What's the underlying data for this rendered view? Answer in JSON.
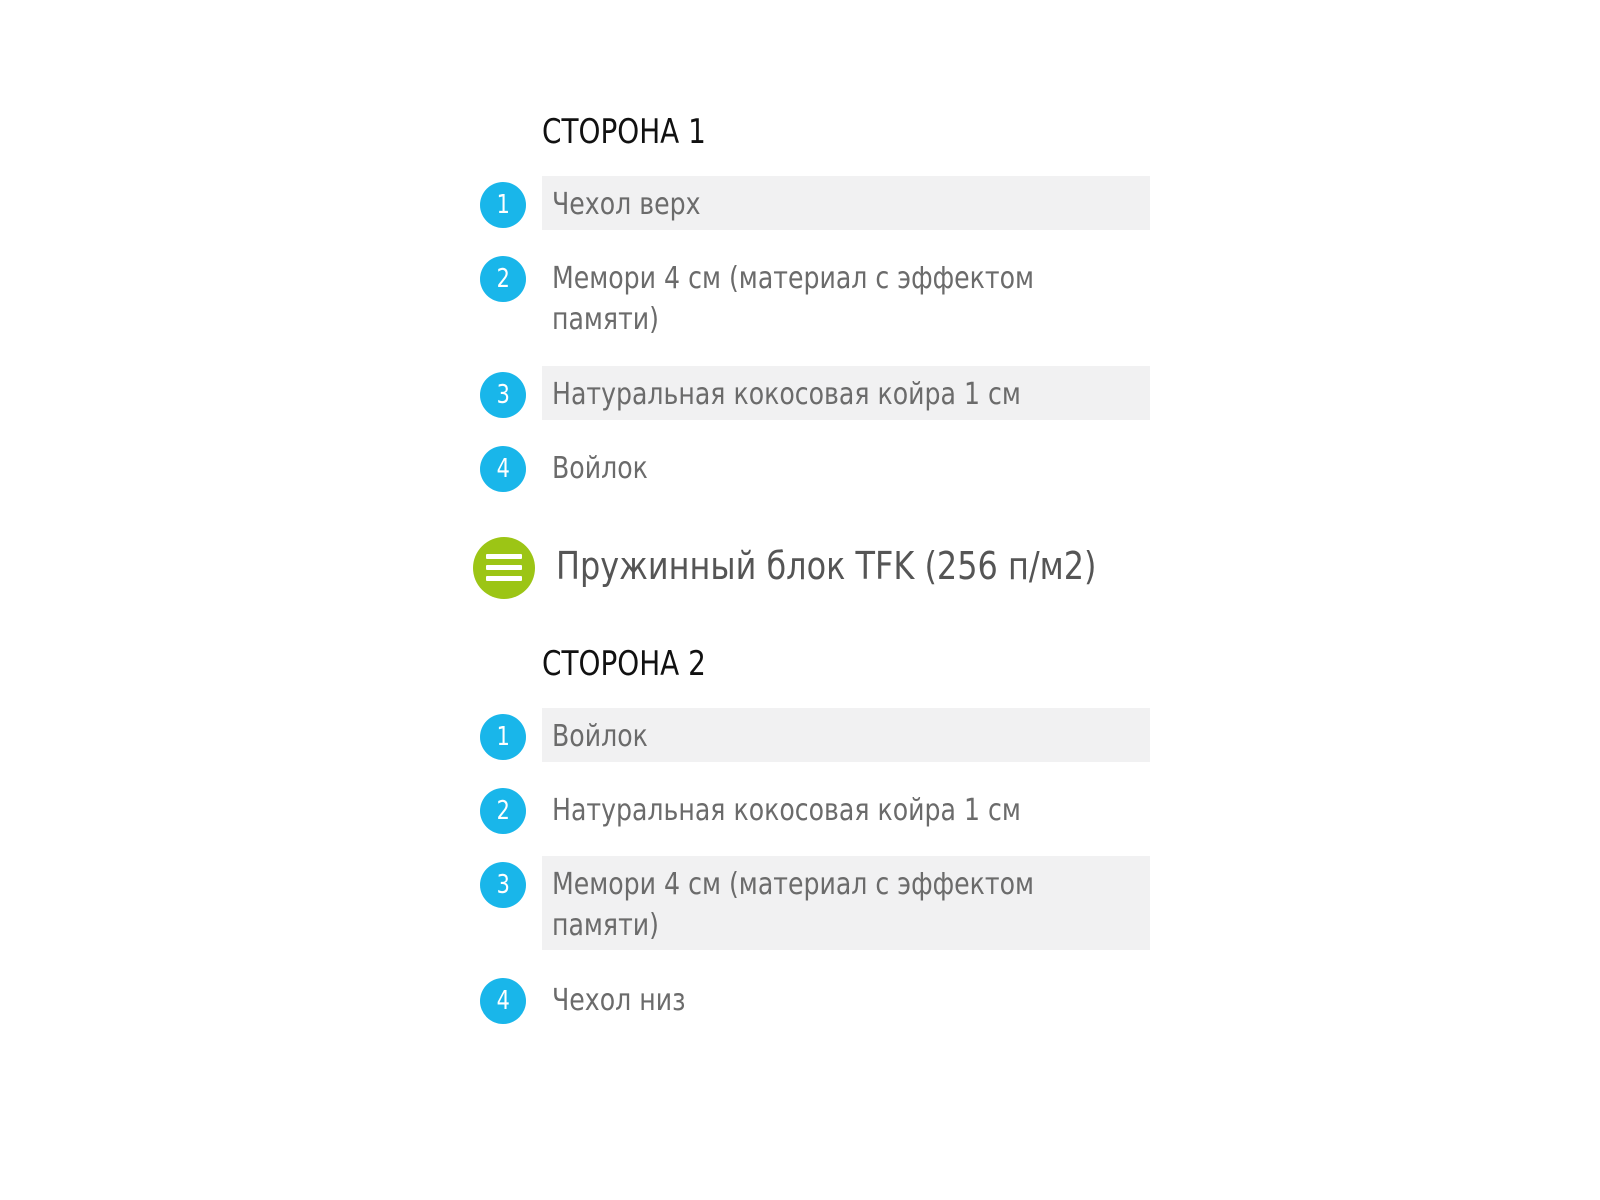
{
  "side1": {
    "title": "СТОРОНА 1",
    "layers": [
      {
        "num": "1",
        "text": "Чехол верх"
      },
      {
        "num": "2",
        "text": "Мемори 4 см (материал с эффектом\nпамяти)"
      },
      {
        "num": "3",
        "text": "Натуральная кокосовая койра 1 см"
      },
      {
        "num": "4",
        "text": "Войлок"
      }
    ]
  },
  "spring_block": {
    "label": "Пружинный блок TFK (256 п/м2)",
    "icon": "spring-block-icon"
  },
  "side2": {
    "title": "СТОРОНА 2",
    "layers": [
      {
        "num": "1",
        "text": "Войлок"
      },
      {
        "num": "2",
        "text": "Натуральная кокосовая койра 1 см"
      },
      {
        "num": "3",
        "text": "Мемори 4 см (материал с эффектом\nпамяти)"
      },
      {
        "num": "4",
        "text": "Чехол низ"
      }
    ]
  },
  "colors": {
    "badge": "#19b6ea",
    "spring_icon": "#9cc515",
    "row_shade": "#f1f1f2",
    "text": "#6b6b6b"
  }
}
